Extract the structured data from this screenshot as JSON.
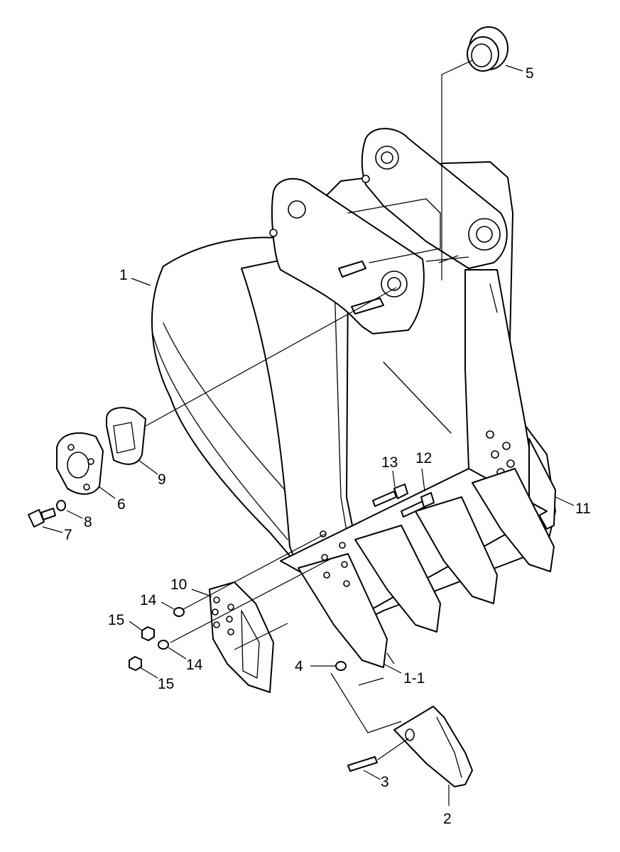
{
  "callouts": {
    "c1": "1",
    "c1_1": "1-1",
    "c2": "2",
    "c3": "3",
    "c4": "4",
    "c5": "5",
    "c6": "6",
    "c7": "7",
    "c8": "8",
    "c9": "9",
    "c10": "10",
    "c11": "11",
    "c12": "12",
    "c13": "13",
    "c14a": "14",
    "c14b": "14",
    "c15a": "15",
    "c15b": "15"
  }
}
